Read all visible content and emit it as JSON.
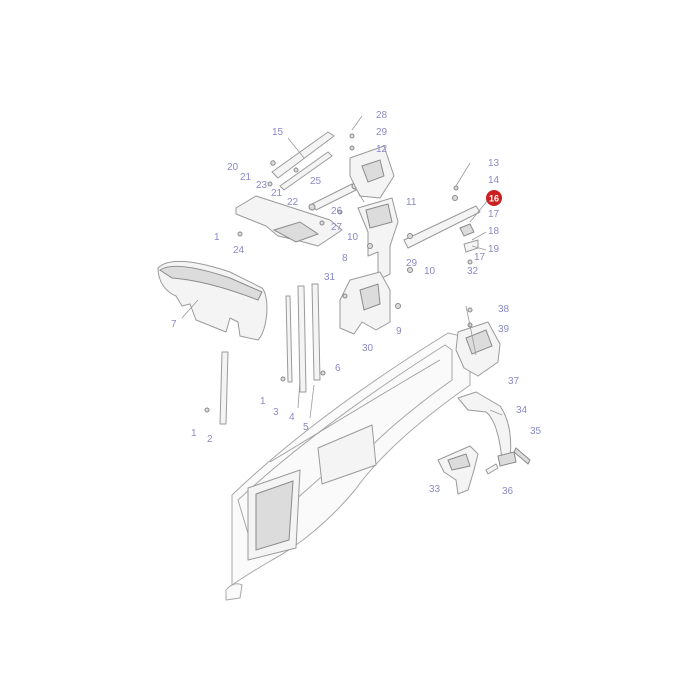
{
  "colors": {
    "callout": "#8a8ac8",
    "highlight": "#cc1f1f",
    "highlight_text": "#ffffff",
    "line": "#9a9a9a"
  },
  "callouts": {
    "c1a": "1",
    "c1b": "1",
    "c1c": "1",
    "c2": "2",
    "c3": "3",
    "c4": "4",
    "c5": "5",
    "c6": "6",
    "c7": "7",
    "c8": "8",
    "c9": "9",
    "c10a": "10",
    "c10b": "10",
    "c11": "11",
    "c12": "12",
    "c13": "13",
    "c14": "14",
    "c15": "15",
    "c16": "16",
    "c17a": "17",
    "c17b": "17",
    "c18": "18",
    "c19": "19",
    "c20": "20",
    "c21a": "21",
    "c21b": "21",
    "c22": "22",
    "c23": "23",
    "c24": "24",
    "c25": "25",
    "c26": "26",
    "c27": "27",
    "c28": "28",
    "c29a": "29",
    "c29b": "29",
    "c30": "30",
    "c31": "31",
    "c32": "32",
    "c33": "33",
    "c34": "34",
    "c35": "35",
    "c36": "36",
    "c37": "37",
    "c38": "38",
    "c39": "39"
  },
  "highlighted_part": "16"
}
